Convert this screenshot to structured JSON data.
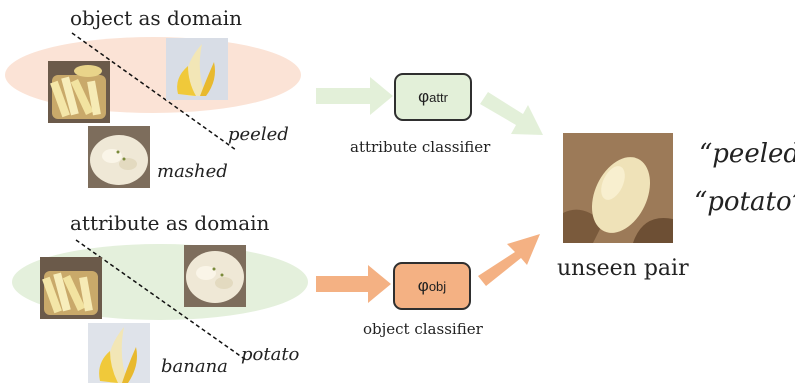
{
  "top_group": {
    "heading": "object as domain",
    "label_a": "peeled",
    "label_b": "mashed",
    "ellipse_color": "#fbe3d6"
  },
  "bottom_group": {
    "heading": "attribute as domain",
    "label_a": "potato",
    "label_b": "banana",
    "ellipse_color": "#e4f0dc"
  },
  "attr_classifier": {
    "symbol": "φ",
    "subscript": "attr",
    "caption": "attribute classifier",
    "color": "#e3f0d9"
  },
  "obj_classifier": {
    "symbol": "φ",
    "subscript": "obj",
    "caption": "object classifier",
    "color": "#f4b183"
  },
  "result": {
    "caption": "unseen pair",
    "attribute_quote": "“peeled”",
    "object_quote": "“potato”"
  }
}
